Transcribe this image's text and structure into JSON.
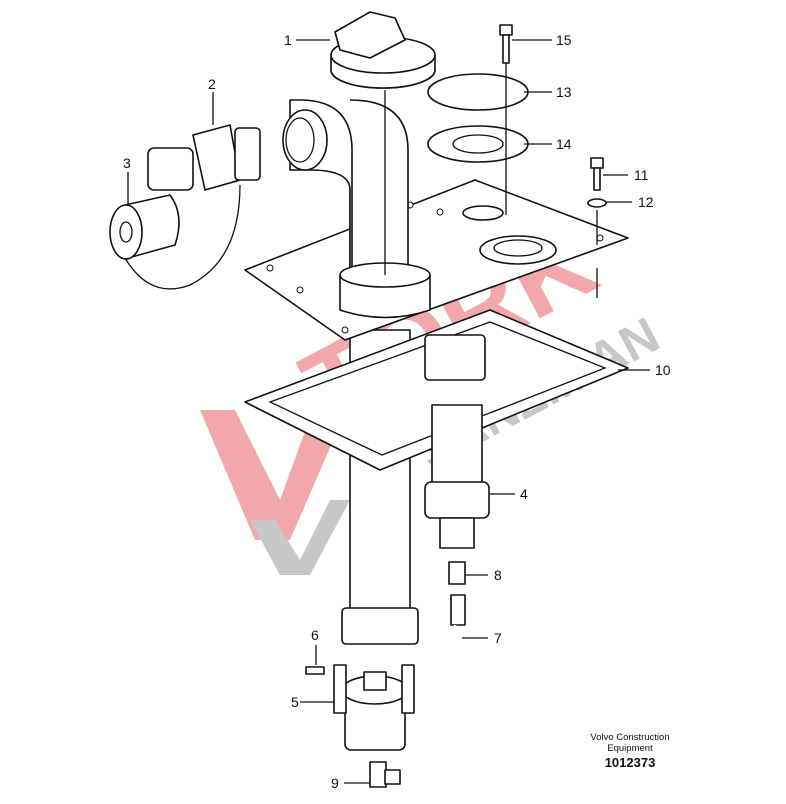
{
  "diagram": {
    "callouts": [
      "1",
      "2",
      "3",
      "4",
      "5",
      "6",
      "7",
      "8",
      "9",
      "10",
      "11",
      "12",
      "13",
      "14",
      "15"
    ],
    "credit_line1": "Volvo Construction",
    "credit_line2": "Equipment",
    "document_number": "1012373"
  },
  "watermark": {
    "line1": "TORK",
    "line2": "ŞANZIMAN",
    "colors": {
      "red": "#e8606a",
      "gray": "#9a9a9a"
    }
  }
}
